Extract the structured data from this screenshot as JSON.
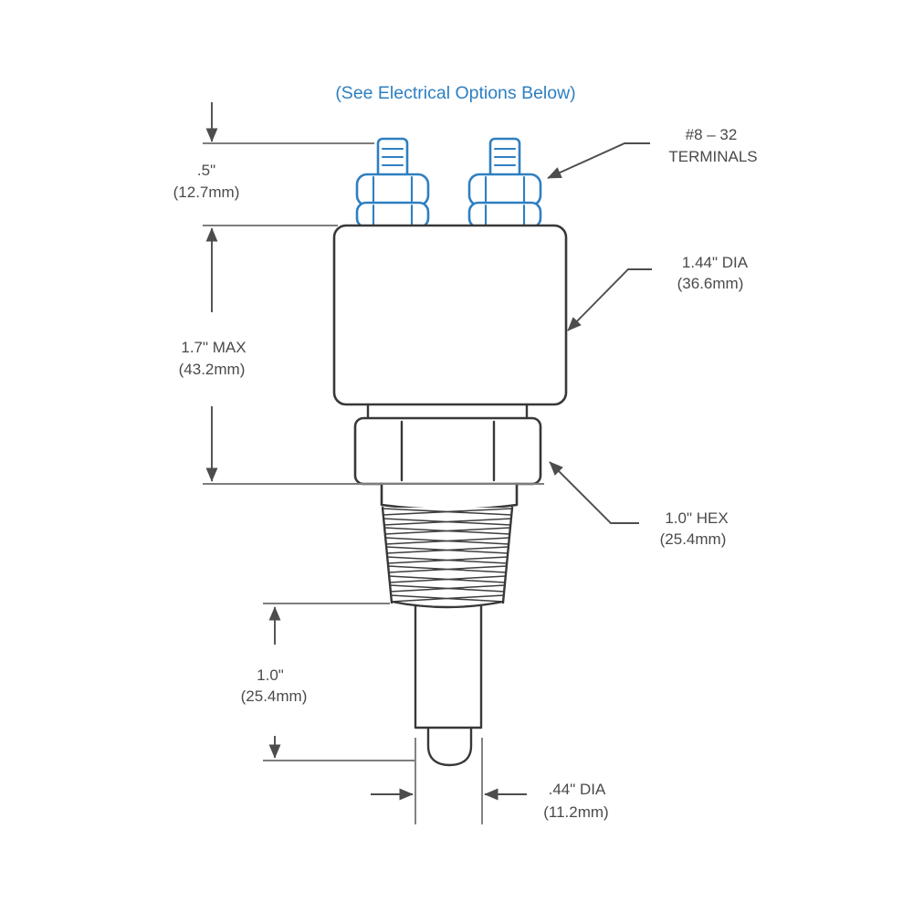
{
  "title": "(See Electrical Options Below)",
  "colors": {
    "accent_blue": "#2e7fc1",
    "line": "#383838",
    "dim": "#4d4d4d",
    "ext": "#7d7d7d",
    "text": "#4a4a4a"
  },
  "labels": {
    "terminals": {
      "line1": "#8 – 32",
      "line2": "TERMINALS"
    },
    "stud_height": {
      "line1": ".5\"",
      "line2": "(12.7mm)"
    },
    "body_dia": {
      "line1": "1.44\" DIA",
      "line2": "(36.6mm)"
    },
    "body_height": {
      "line1": "1.7\" MAX",
      "line2": "(43.2mm)"
    },
    "hex": {
      "line1": "1.0\" HEX",
      "line2": "(25.4mm)"
    },
    "probe_length": {
      "line1": "1.0\"",
      "line2": "(25.4mm)"
    },
    "tip_dia": {
      "line1": ".44\" DIA",
      "line2": "(11.2mm)"
    }
  }
}
